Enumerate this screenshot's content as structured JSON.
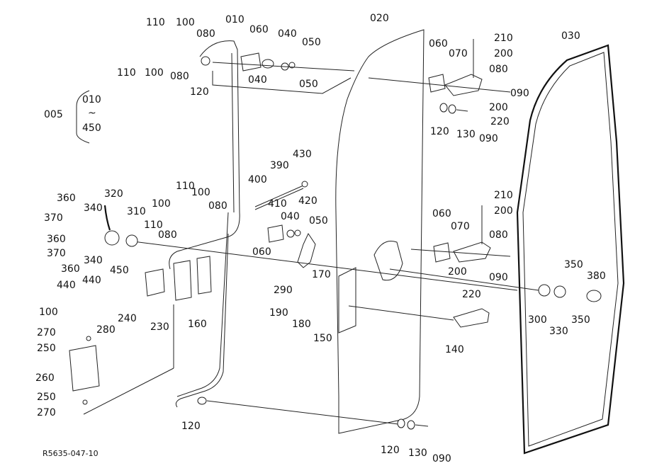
{
  "figure_code": "R5635-047-10",
  "assembly": {
    "ref": "005",
    "range_top": "010",
    "range_sep": "~",
    "range_bottom": "450"
  },
  "labels": {
    "l010": "010",
    "l020": "020",
    "l030": "030",
    "l040a": "040",
    "l040b": "040",
    "l040c": "040",
    "l050a": "050",
    "l050b": "050",
    "l050c": "050",
    "l060a": "060",
    "l060b": "060",
    "l060c": "060",
    "l060d": "060",
    "l070a": "070",
    "l070b": "070",
    "l080a": "080",
    "l080b": "080",
    "l080c": "080",
    "l080d": "080",
    "l080e": "080",
    "l080f": "080",
    "l090a": "090",
    "l090b": "090",
    "l090c": "090",
    "l090d": "090",
    "l100a": "100",
    "l100b": "100",
    "l100c": "100",
    "l100d": "100",
    "l100e": "100",
    "l110a": "110",
    "l110b": "110",
    "l110c": "110",
    "l110d": "110",
    "l120a": "120",
    "l120b": "120",
    "l120c": "120",
    "l120d": "120",
    "l130a": "130",
    "l130b": "130",
    "l140": "140",
    "l150": "150",
    "l160": "160",
    "l170": "170",
    "l180": "180",
    "l190": "190",
    "l200a": "200",
    "l200b": "200",
    "l200c": "200",
    "l200d": "200",
    "l210a": "210",
    "l210b": "210",
    "l220a": "220",
    "l220b": "220",
    "l230": "230",
    "l240": "240",
    "l250a": "250",
    "l250b": "250",
    "l260": "260",
    "l270a": "270",
    "l270b": "270",
    "l280": "280",
    "l290": "290",
    "l300": "300",
    "l310": "310",
    "l320": "320",
    "l330": "330",
    "l340a": "340",
    "l340b": "340",
    "l350a": "350",
    "l350b": "350",
    "l360a": "360",
    "l360b": "360",
    "l360c": "360",
    "l370a": "370",
    "l370b": "370",
    "l380": "380",
    "l390": "390",
    "l400": "400",
    "l410": "410",
    "l420": "420",
    "l430": "430",
    "l440a": "440",
    "l440b": "440",
    "l450": "450"
  }
}
